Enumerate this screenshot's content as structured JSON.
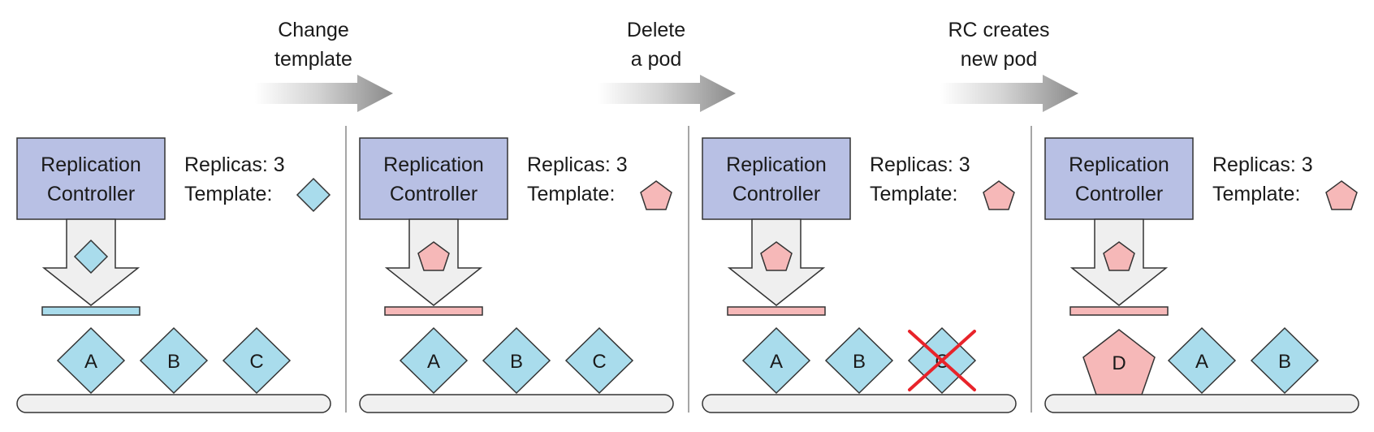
{
  "transitions": [
    {
      "line1": "Change",
      "line2": "template"
    },
    {
      "line1": "Delete",
      "line2": "a pod"
    },
    {
      "line1": "RC creates",
      "line2": "new pod"
    }
  ],
  "panels": [
    {
      "rc_line1": "Replication",
      "rc_line2": "Controller",
      "replicas_text": "Replicas: 3",
      "template_label": "Template:",
      "template_shape": "diamond",
      "pods": [
        {
          "label": "A",
          "shape": "diamond",
          "deleted": false
        },
        {
          "label": "B",
          "shape": "diamond",
          "deleted": false
        },
        {
          "label": "C",
          "shape": "diamond",
          "deleted": false
        }
      ]
    },
    {
      "rc_line1": "Replication",
      "rc_line2": "Controller",
      "replicas_text": "Replicas: 3",
      "template_label": "Template:",
      "template_shape": "pentagon",
      "pods": [
        {
          "label": "A",
          "shape": "diamond",
          "deleted": false
        },
        {
          "label": "B",
          "shape": "diamond",
          "deleted": false
        },
        {
          "label": "C",
          "shape": "diamond",
          "deleted": false
        }
      ]
    },
    {
      "rc_line1": "Replication",
      "rc_line2": "Controller",
      "replicas_text": "Replicas: 3",
      "template_label": "Template:",
      "template_shape": "pentagon",
      "pods": [
        {
          "label": "A",
          "shape": "diamond",
          "deleted": false
        },
        {
          "label": "B",
          "shape": "diamond",
          "deleted": false
        },
        {
          "label": "C",
          "shape": "diamond",
          "deleted": true
        }
      ]
    },
    {
      "rc_line1": "Replication",
      "rc_line2": "Controller",
      "replicas_text": "Replicas: 3",
      "template_label": "Template:",
      "template_shape": "pentagon",
      "pods": [
        {
          "label": "D",
          "shape": "pentagon",
          "deleted": false
        },
        {
          "label": "A",
          "shape": "diamond",
          "deleted": false
        },
        {
          "label": "B",
          "shape": "diamond",
          "deleted": false
        }
      ]
    }
  ],
  "colors": {
    "rc_fill": "#b8c0e4",
    "diamond_fill": "#a9dcec",
    "pentagon_fill": "#f6b8b8",
    "arrow_fill": "#efefef",
    "platform_fill": "#f0f0f0",
    "separator": "#888888",
    "delete_mark": "#e8232a",
    "stroke": "#333333",
    "transition_arrow": "#8a8a8a"
  },
  "icons": {
    "diamond": "diamond-pod-icon",
    "pentagon": "pentagon-pod-icon",
    "delete": "red-x-delete-icon"
  }
}
